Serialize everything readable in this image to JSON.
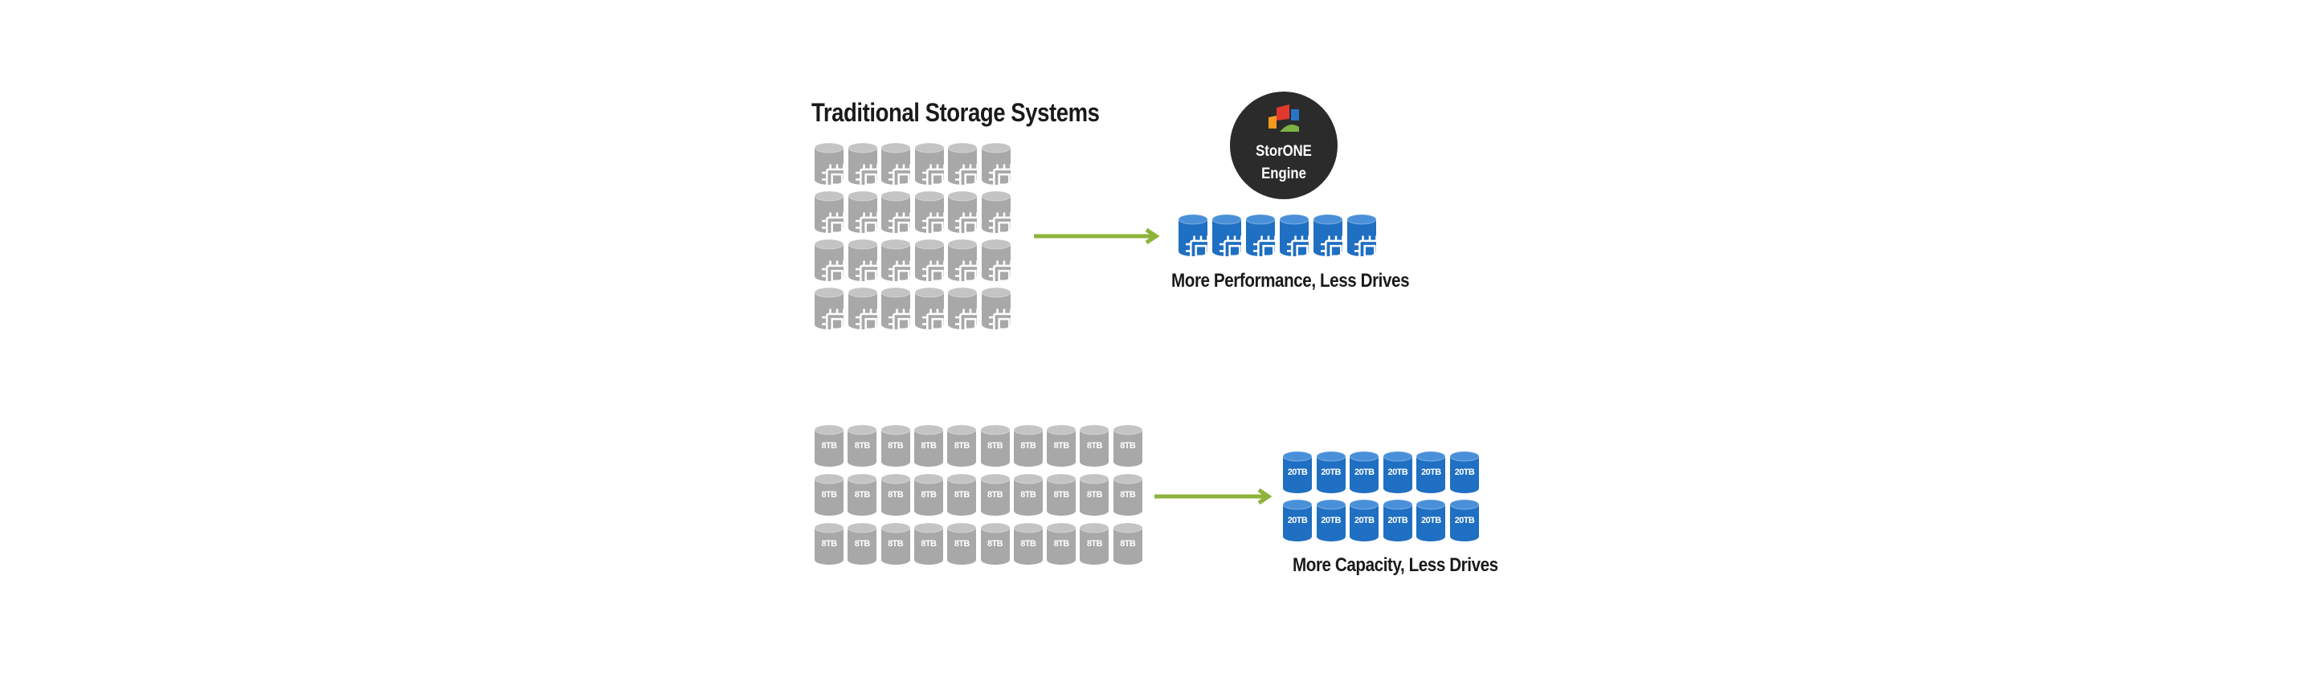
{
  "title": "Traditional Storage Systems",
  "performance": {
    "traditional_drive_count": 24,
    "traditional_rows": 4,
    "traditional_cols": 6,
    "storone_drive_count": 6,
    "caption": "More Performance, Less Drives"
  },
  "capacity": {
    "traditional_drive_label": "8TB",
    "traditional_rows": 3,
    "traditional_cols": 10,
    "storone_drive_label": "20TB",
    "storone_rows": 2,
    "storone_cols": 6,
    "caption": "More Capacity, Less Drives"
  },
  "engine": {
    "name": "StorONE",
    "sub": "Engine"
  },
  "colors": {
    "traditional_drive": "#a8a8a8",
    "traditional_drive_top": "#c4c4c4",
    "storone_drive": "#1f6fc2",
    "storone_drive_top": "#4a90d9",
    "arrow": "#8db33a",
    "engine_bg": "#2b2b2b",
    "logo_red": "#e2382f",
    "logo_orange": "#f39a1e",
    "logo_green": "#7cb342",
    "logo_blue": "#2a74c6"
  },
  "icons": {
    "drive_icon": "cylinder-drive-icon",
    "chip_icon": "chip-icon",
    "arrow_icon": "arrow-right-icon",
    "logo_icon": "storone-logo-icon"
  }
}
